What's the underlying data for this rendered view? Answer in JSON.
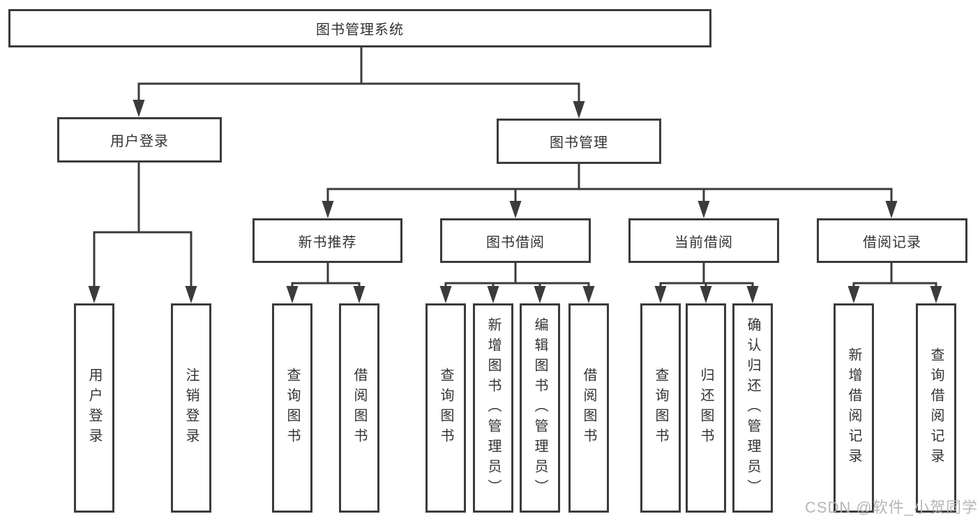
{
  "diagram": {
    "root": {
      "label": "图书管理系统"
    },
    "branches": [
      {
        "label": "用户登录",
        "children": [
          {
            "label": "用户登录"
          },
          {
            "label": "注销登录"
          }
        ]
      },
      {
        "label": "图书管理",
        "groups": [
          {
            "label": "新书推荐",
            "children": [
              {
                "label": "查询图书"
              },
              {
                "label": "借阅图书"
              }
            ]
          },
          {
            "label": "图书借阅",
            "children": [
              {
                "label": "查询图书"
              },
              {
                "label": "新增图书（管理员）"
              },
              {
                "label": "编辑图书（管理员）"
              },
              {
                "label": "借阅图书"
              }
            ]
          },
          {
            "label": "当前借阅",
            "children": [
              {
                "label": "查询图书"
              },
              {
                "label": "归还图书"
              },
              {
                "label": "确认归还（管理员）"
              }
            ]
          },
          {
            "label": "借阅记录",
            "children": [
              {
                "label": "新增借阅记录"
              },
              {
                "label": "查询借阅记录"
              }
            ]
          }
        ]
      }
    ]
  },
  "watermark": {
    "text": "CSDN @软件_小贺同学"
  },
  "colors": {
    "line": "#3b3b3b",
    "box_border": "#3b3b3b",
    "box_bg": "#ffffff",
    "text": "#333333",
    "watermark": "#b2b2b2"
  }
}
